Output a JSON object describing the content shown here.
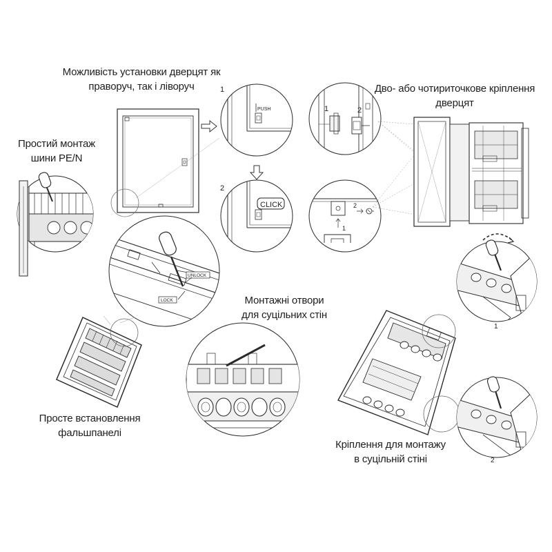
{
  "captions": {
    "door_reversible": [
      "Можливість установки дверцят як",
      "праворуч, так і ліворуч"
    ],
    "door_mounting": [
      "Дво- або чотириточкове кріплення",
      "дверцят"
    ],
    "pe_n_rail": [
      "Простий монтаж",
      "шини PE/N"
    ],
    "mounting_holes": [
      "Монтажні отвори",
      "для суцільних стін"
    ],
    "false_panel": [
      "Просте встановлення",
      "фальшпанелі"
    ],
    "solid_wall": [
      "Кріплення для монтажу",
      "в суцільній стіні"
    ]
  },
  "labels": {
    "push": "PUSH",
    "click": "CLICK",
    "unlock": "UNLOCK",
    "lock": "LOCK",
    "step_1": "1",
    "step_2": "2"
  },
  "colors": {
    "line": "#2a2a2a",
    "light_line": "#888888",
    "fill_light": "#f2f2f2",
    "fill_mid": "#d9d9d9",
    "fill_dark": "#333333"
  }
}
